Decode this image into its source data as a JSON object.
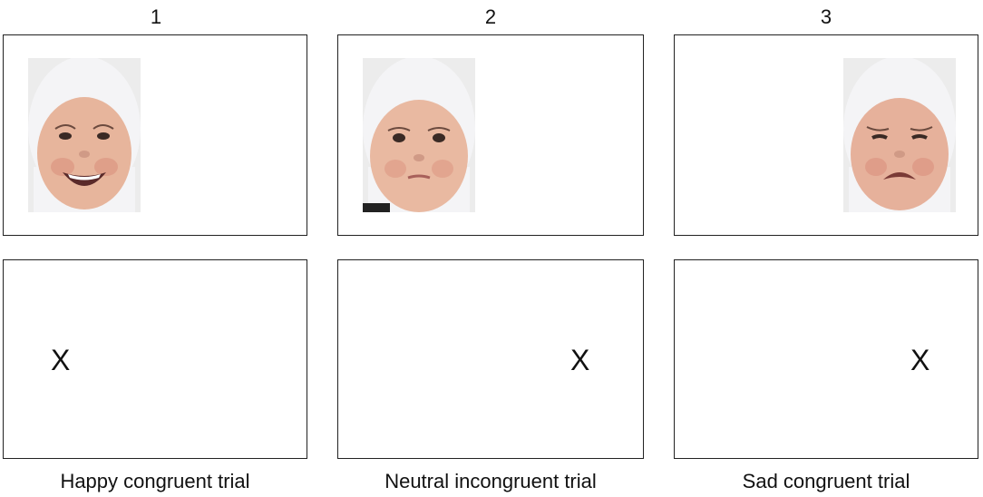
{
  "columns": [
    {
      "number": "1",
      "face_expression": "happy",
      "face_side": "left",
      "probe": "X",
      "probe_side": "left",
      "caption": "Happy congruent trial"
    },
    {
      "number": "2",
      "face_expression": "neutral",
      "face_side": "left",
      "probe": "X",
      "probe_side": "right",
      "caption": "Neutral incongruent trial"
    },
    {
      "number": "3",
      "face_expression": "sad",
      "face_side": "right",
      "probe": "X",
      "probe_side": "right",
      "caption": "Sad congruent trial"
    }
  ],
  "colors": {
    "border": "#222222",
    "hood": "#f2f2f4",
    "skin": "#e8b8a0",
    "background_face": "#ececec"
  }
}
